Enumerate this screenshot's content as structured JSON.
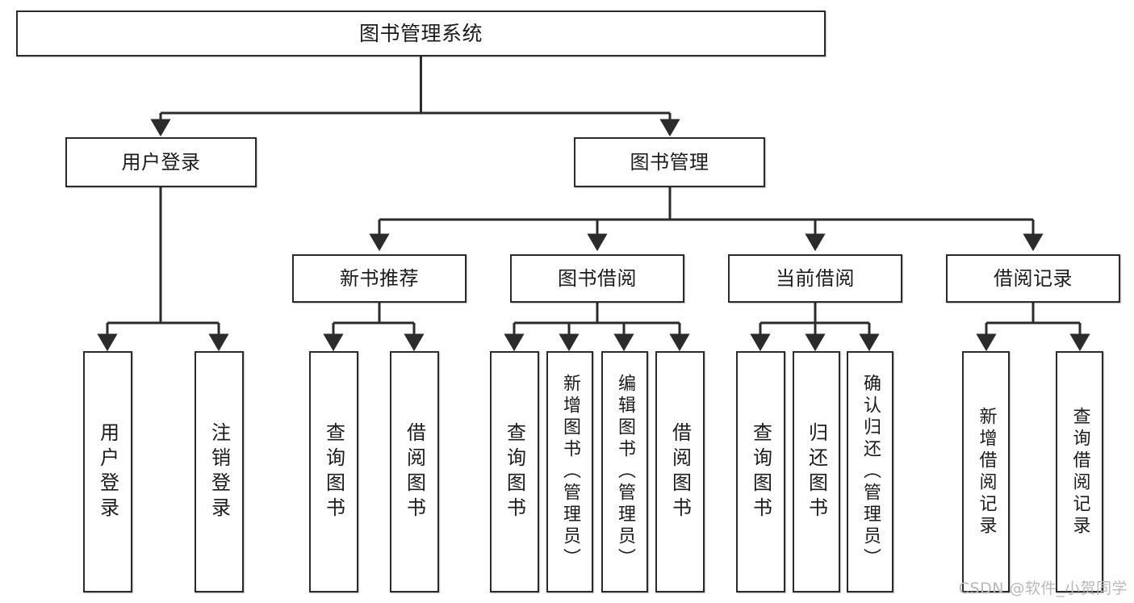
{
  "diagram": {
    "title": "图书管理系统",
    "type": "tree",
    "watermark": "CSDN @软件_小贺同学",
    "colors": {
      "box_border": "#2b2b2b",
      "box_fill": "#ffffff",
      "line": "#2b2b2b",
      "text": "#1b1b1b",
      "watermark": "#b9b9b9"
    },
    "nodes": {
      "root": {
        "label": "图书管理系统"
      },
      "level2": [
        {
          "id": "user-login",
          "label": "用户登录"
        },
        {
          "id": "book-manage",
          "label": "图书管理"
        }
      ],
      "level3": [
        {
          "id": "new-book-recommend",
          "label": "新书推荐"
        },
        {
          "id": "book-borrow",
          "label": "图书借阅"
        },
        {
          "id": "current-borrow",
          "label": "当前借阅"
        },
        {
          "id": "borrow-record",
          "label": "借阅记录"
        }
      ],
      "leaves": {
        "user-login": [
          {
            "id": "leaf-user-login",
            "label": "用户登录"
          },
          {
            "id": "leaf-logout-login",
            "label": "注销登录"
          }
        ],
        "new-book-recommend": [
          {
            "id": "leaf-query-book-1",
            "label": "查询图书"
          },
          {
            "id": "leaf-borrow-book-1",
            "label": "借阅图书"
          }
        ],
        "book-borrow": [
          {
            "id": "leaf-query-book-2",
            "label": "查询图书"
          },
          {
            "id": "leaf-add-book",
            "label": "新增图书（管理员）"
          },
          {
            "id": "leaf-edit-book",
            "label": "编辑图书（管理员）"
          },
          {
            "id": "leaf-borrow-book-2",
            "label": "借阅图书"
          }
        ],
        "current-borrow": [
          {
            "id": "leaf-query-book-3",
            "label": "查询图书"
          },
          {
            "id": "leaf-return-book",
            "label": "归还图书"
          },
          {
            "id": "leaf-confirm-return",
            "label": "确认归还（管理员）"
          }
        ],
        "borrow-record": [
          {
            "id": "leaf-add-record",
            "label": "新增借阅记录"
          },
          {
            "id": "leaf-query-record",
            "label": "查询借阅记录"
          }
        ]
      }
    },
    "edges": [
      {
        "from": "root",
        "to": "user-login"
      },
      {
        "from": "root",
        "to": "book-manage"
      },
      {
        "from": "book-manage",
        "to": "new-book-recommend"
      },
      {
        "from": "book-manage",
        "to": "book-borrow"
      },
      {
        "from": "book-manage",
        "to": "current-borrow"
      },
      {
        "from": "book-manage",
        "to": "borrow-record"
      },
      {
        "from": "user-login",
        "to": "leaf-user-login"
      },
      {
        "from": "user-login",
        "to": "leaf-logout-login"
      },
      {
        "from": "new-book-recommend",
        "to": "leaf-query-book-1"
      },
      {
        "from": "new-book-recommend",
        "to": "leaf-borrow-book-1"
      },
      {
        "from": "book-borrow",
        "to": "leaf-query-book-2"
      },
      {
        "from": "book-borrow",
        "to": "leaf-add-book"
      },
      {
        "from": "book-borrow",
        "to": "leaf-edit-book"
      },
      {
        "from": "book-borrow",
        "to": "leaf-borrow-book-2"
      },
      {
        "from": "current-borrow",
        "to": "leaf-query-book-3"
      },
      {
        "from": "current-borrow",
        "to": "leaf-return-book"
      },
      {
        "from": "current-borrow",
        "to": "leaf-confirm-return"
      },
      {
        "from": "borrow-record",
        "to": "leaf-add-record"
      },
      {
        "from": "borrow-record",
        "to": "leaf-query-record"
      }
    ]
  }
}
